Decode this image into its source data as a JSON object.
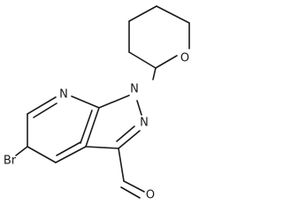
{
  "molecule": {
    "atoms": {
      "br": "Br",
      "n_pyridine": "N",
      "n1_pyrazole": "N",
      "n2_pyrazole": "N",
      "o_ring": "O",
      "o_aldehyde": "O"
    }
  }
}
